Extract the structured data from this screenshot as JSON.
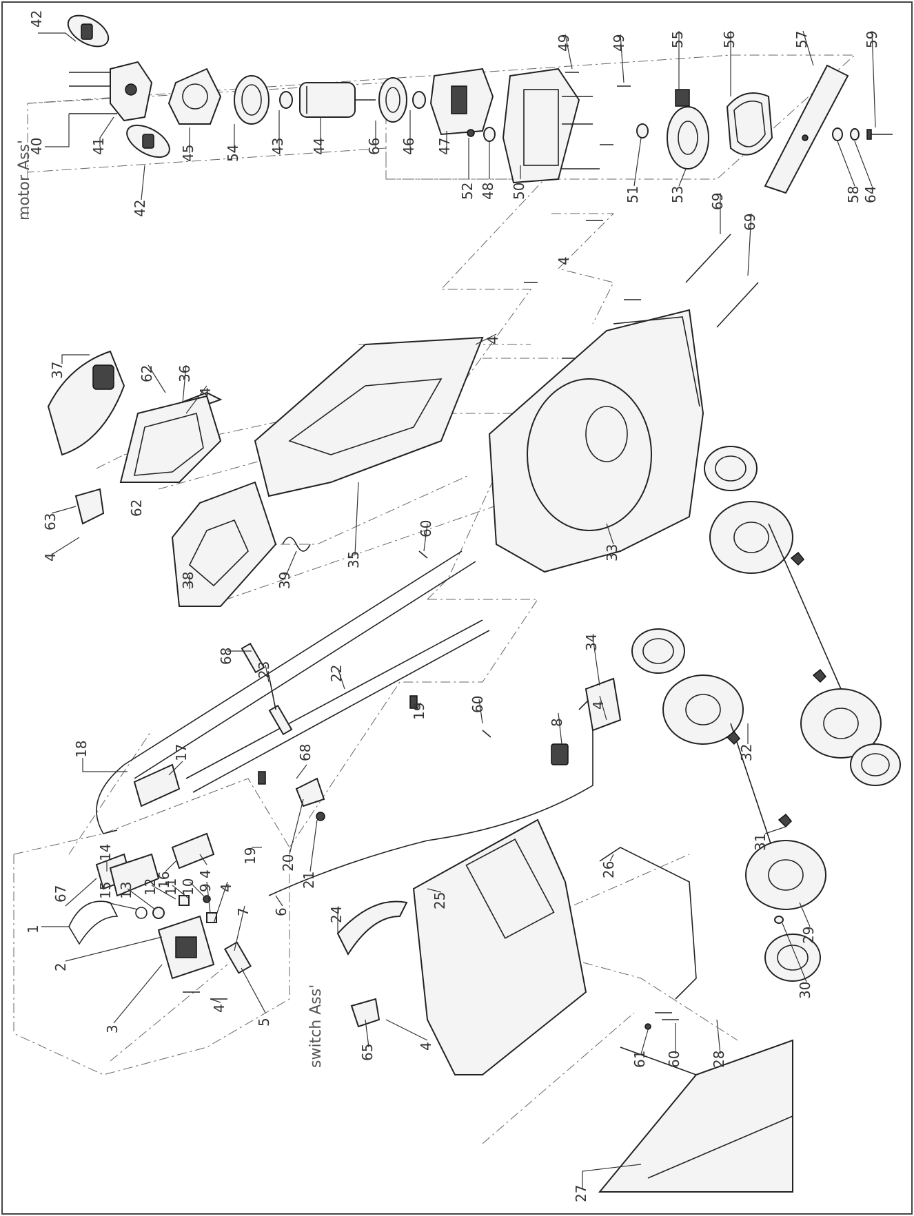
{
  "assemblies": {
    "motor": "motor Ass'",
    "switch": "switch Ass'"
  },
  "part_labels": [
    {
      "id": "l42a",
      "text": "42"
    },
    {
      "id": "l40",
      "text": "40"
    },
    {
      "id": "l41",
      "text": "41"
    },
    {
      "id": "l45",
      "text": "45"
    },
    {
      "id": "l54",
      "text": "54"
    },
    {
      "id": "l43",
      "text": "43"
    },
    {
      "id": "l44",
      "text": "44"
    },
    {
      "id": "l66",
      "text": "66"
    },
    {
      "id": "l46",
      "text": "46"
    },
    {
      "id": "l47",
      "text": "47"
    },
    {
      "id": "l52",
      "text": "52"
    },
    {
      "id": "l48",
      "text": "48"
    },
    {
      "id": "l50",
      "text": "50"
    },
    {
      "id": "l49a",
      "text": "49"
    },
    {
      "id": "l49b",
      "text": "49"
    },
    {
      "id": "l55",
      "text": "55"
    },
    {
      "id": "l56",
      "text": "56"
    },
    {
      "id": "l57",
      "text": "57"
    },
    {
      "id": "l59",
      "text": "59"
    },
    {
      "id": "l51",
      "text": "51"
    },
    {
      "id": "l53",
      "text": "53"
    },
    {
      "id": "l58",
      "text": "58"
    },
    {
      "id": "l64",
      "text": "64"
    },
    {
      "id": "l42b",
      "text": "42"
    },
    {
      "id": "l37",
      "text": "37"
    },
    {
      "id": "l62a",
      "text": "62"
    },
    {
      "id": "l36",
      "text": "36"
    },
    {
      "id": "l4a",
      "text": "4"
    },
    {
      "id": "l62b",
      "text": "62"
    },
    {
      "id": "l4b",
      "text": "4"
    },
    {
      "id": "l4c",
      "text": "4"
    },
    {
      "id": "l69a",
      "text": "69"
    },
    {
      "id": "l69b",
      "text": "69"
    },
    {
      "id": "l63",
      "text": "63"
    },
    {
      "id": "l4d",
      "text": "4"
    },
    {
      "id": "l38",
      "text": "38"
    },
    {
      "id": "l39",
      "text": "39"
    },
    {
      "id": "l35",
      "text": "35"
    },
    {
      "id": "l60a",
      "text": "60"
    },
    {
      "id": "l33",
      "text": "33"
    },
    {
      "id": "l34",
      "text": "34"
    },
    {
      "id": "l4e",
      "text": "4"
    },
    {
      "id": "l68a",
      "text": "68"
    },
    {
      "id": "l23",
      "text": "23"
    },
    {
      "id": "l22",
      "text": "22"
    },
    {
      "id": "l19a",
      "text": "19"
    },
    {
      "id": "l60b",
      "text": "60"
    },
    {
      "id": "l8",
      "text": "8"
    },
    {
      "id": "l18",
      "text": "18"
    },
    {
      "id": "l17",
      "text": "17"
    },
    {
      "id": "l68b",
      "text": "68"
    },
    {
      "id": "l32",
      "text": "32"
    },
    {
      "id": "l31",
      "text": "31"
    },
    {
      "id": "l19b",
      "text": "19"
    },
    {
      "id": "l20",
      "text": "20"
    },
    {
      "id": "l21",
      "text": "21"
    },
    {
      "id": "l16",
      "text": "16"
    },
    {
      "id": "l4f",
      "text": "4"
    },
    {
      "id": "l29",
      "text": "29"
    },
    {
      "id": "l30",
      "text": "30"
    },
    {
      "id": "l26",
      "text": "26"
    },
    {
      "id": "l25",
      "text": "25"
    },
    {
      "id": "l14",
      "text": "14"
    },
    {
      "id": "l67",
      "text": "67"
    },
    {
      "id": "l15",
      "text": "15"
    },
    {
      "id": "l13",
      "text": "13"
    },
    {
      "id": "l12",
      "text": "12"
    },
    {
      "id": "l11",
      "text": "11"
    },
    {
      "id": "l10",
      "text": "10"
    },
    {
      "id": "l9",
      "text": "9"
    },
    {
      "id": "l4g",
      "text": "4"
    },
    {
      "id": "l7",
      "text": "7"
    },
    {
      "id": "l6",
      "text": "6"
    },
    {
      "id": "l24",
      "text": "24"
    },
    {
      "id": "l1",
      "text": "1"
    },
    {
      "id": "l2",
      "text": "2"
    },
    {
      "id": "l3",
      "text": "3"
    },
    {
      "id": "l4h",
      "text": "4"
    },
    {
      "id": "l5",
      "text": "5"
    },
    {
      "id": "l65",
      "text": "65"
    },
    {
      "id": "l4i",
      "text": "4"
    },
    {
      "id": "l61",
      "text": "61"
    },
    {
      "id": "l60c",
      "text": "60"
    },
    {
      "id": "l28",
      "text": "28"
    },
    {
      "id": "l27",
      "text": "27"
    }
  ]
}
